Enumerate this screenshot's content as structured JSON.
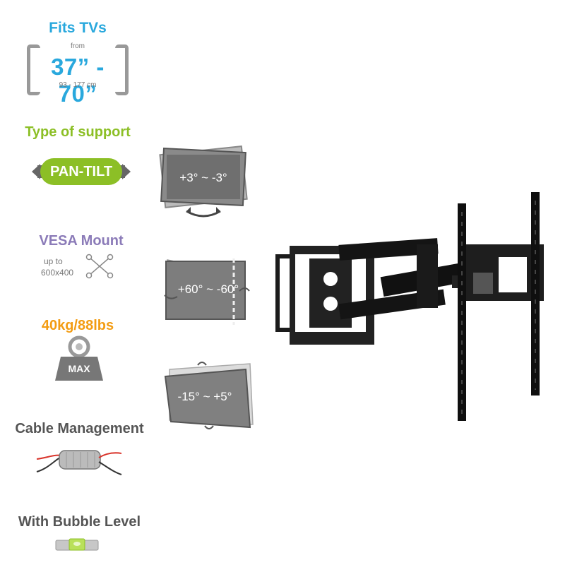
{
  "fits_tvs": {
    "title": "Fits TVs",
    "from_label": "from",
    "range": "37” - 70”",
    "cm_range": "93 - 177 cm"
  },
  "support": {
    "title": "Type of support",
    "badge": "PAN-TILT"
  },
  "vesa": {
    "title": "VESA Mount",
    "up_to": "up to",
    "size": "600x400"
  },
  "weight": {
    "title": "40kg/88lbs",
    "max_label": "MAX"
  },
  "cable": {
    "title": "Cable Management"
  },
  "bubble": {
    "title": "With Bubble Level"
  },
  "angles": {
    "tilt_small": "+3° ~ -3°",
    "swivel": "+60° ~ -60°",
    "tilt": "-15° ~ +5°"
  },
  "colors": {
    "blue": "#29a8dd",
    "green": "#8cbf26",
    "purple": "#8b7bb8",
    "orange": "#f39c12",
    "gray": "#555555"
  }
}
